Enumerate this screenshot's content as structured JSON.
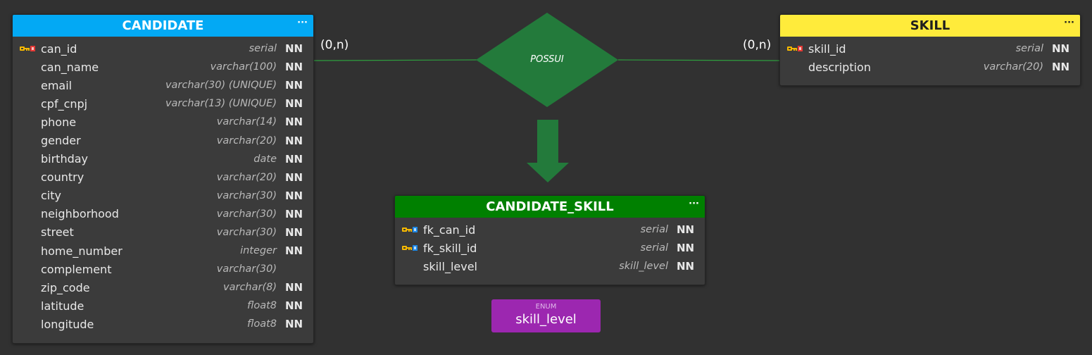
{
  "colors": {
    "background": "#313131",
    "candidate_header": "#03a9f4",
    "skill_header": "#ffeb3b",
    "candidate_skill_header": "#008000",
    "relationship": "#237a3b",
    "enum": "#9c27b0",
    "pk_icon": "#e53935",
    "fk_icon": "#1e88e5",
    "key_gold": "#f5b800"
  },
  "tables": {
    "candidate": {
      "title": "CANDIDATE",
      "menu": "···",
      "columns": [
        {
          "name": "can_id",
          "type": "serial",
          "nn": "NN",
          "key": "pk-key-icon"
        },
        {
          "name": "can_name",
          "type": "varchar(100)",
          "nn": "NN",
          "key": ""
        },
        {
          "name": "email",
          "type": "varchar(30) (UNIQUE)",
          "nn": "NN",
          "key": ""
        },
        {
          "name": "cpf_cnpj",
          "type": "varchar(13) (UNIQUE)",
          "nn": "NN",
          "key": ""
        },
        {
          "name": "phone",
          "type": "varchar(14)",
          "nn": "NN",
          "key": ""
        },
        {
          "name": "gender",
          "type": "varchar(20)",
          "nn": "NN",
          "key": ""
        },
        {
          "name": "birthday",
          "type": "date",
          "nn": "NN",
          "key": ""
        },
        {
          "name": "country",
          "type": "varchar(20)",
          "nn": "NN",
          "key": ""
        },
        {
          "name": "city",
          "type": "varchar(30)",
          "nn": "NN",
          "key": ""
        },
        {
          "name": "neighborhood",
          "type": "varchar(30)",
          "nn": "NN",
          "key": ""
        },
        {
          "name": "street",
          "type": "varchar(30)",
          "nn": "NN",
          "key": ""
        },
        {
          "name": "home_number",
          "type": "integer",
          "nn": "NN",
          "key": ""
        },
        {
          "name": "complement",
          "type": "varchar(30)",
          "nn": "",
          "key": ""
        },
        {
          "name": "zip_code",
          "type": "varchar(8)",
          "nn": "NN",
          "key": ""
        },
        {
          "name": "latitude",
          "type": "float8",
          "nn": "NN",
          "key": ""
        },
        {
          "name": "longitude",
          "type": "float8",
          "nn": "NN",
          "key": ""
        }
      ]
    },
    "skill": {
      "title": "SKILL",
      "menu": "···",
      "columns": [
        {
          "name": "skill_id",
          "type": "serial",
          "nn": "NN",
          "key": "pk-key-icon"
        },
        {
          "name": "description",
          "type": "varchar(20)",
          "nn": "NN",
          "key": ""
        }
      ]
    },
    "candidate_skill": {
      "title": "CANDIDATE_SKILL",
      "menu": "···",
      "columns": [
        {
          "name": "fk_can_id",
          "type": "serial",
          "nn": "NN",
          "key": "fk-key-icon"
        },
        {
          "name": "fk_skill_id",
          "type": "serial",
          "nn": "NN",
          "key": "fk-key-icon"
        },
        {
          "name": "skill_level",
          "type": "skill_level",
          "nn": "NN",
          "key": ""
        }
      ]
    }
  },
  "relationship": {
    "label": "POSSUI",
    "cardinality_left": "(0,n)",
    "cardinality_right": "(0,n)"
  },
  "enum": {
    "tag": "ENUM",
    "name": "skill_level"
  }
}
